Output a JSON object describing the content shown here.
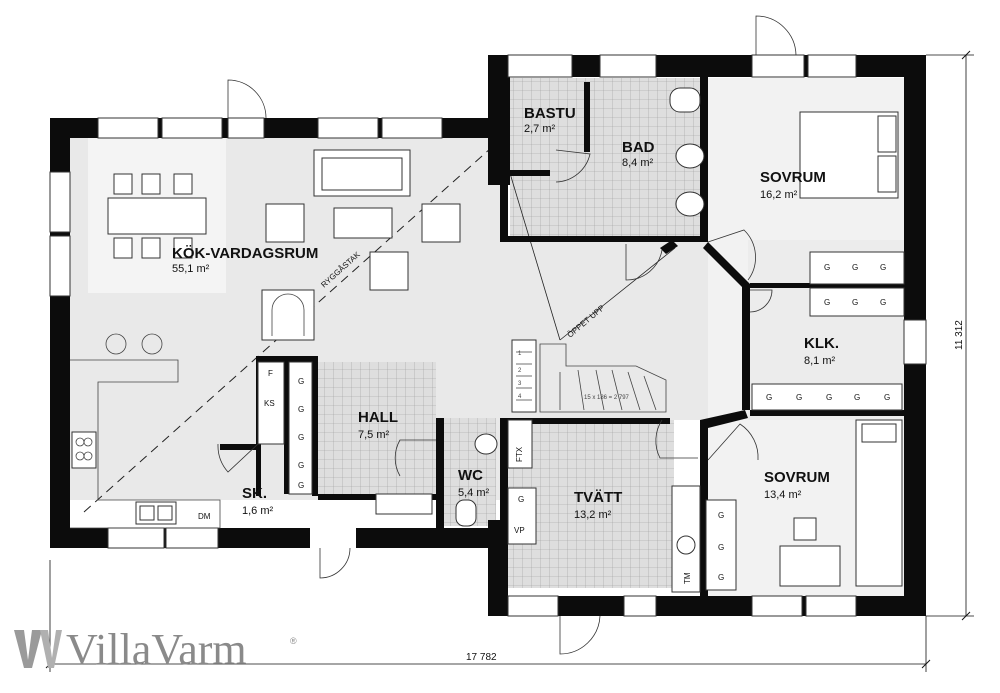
{
  "rooms": {
    "kok": {
      "name": "KÖK-VARDAGSRUM",
      "area": "55,1 m²"
    },
    "bastu": {
      "name": "BASTU",
      "area": "2,7 m²"
    },
    "bad": {
      "name": "BAD",
      "area": "8,4 m²"
    },
    "sovrum1": {
      "name": "SOVRUM",
      "area": "16,2 m²"
    },
    "klk": {
      "name": "KLK.",
      "area": "8,1 m²"
    },
    "sovrum2": {
      "name": "SOVRUM",
      "area": "13,4 m²"
    },
    "hall": {
      "name": "HALL",
      "area": "7,5 m²"
    },
    "wc": {
      "name": "WC",
      "area": "5,4 m²"
    },
    "tvatt": {
      "name": "TVÄTT",
      "area": "13,2 m²"
    },
    "sk": {
      "name": "SK.",
      "area": "1,6 m²"
    }
  },
  "annotations": {
    "ryggastak": "RYGGÅSTAK",
    "oppet_upp": "ÖPPET UPP",
    "stair_spec": "15 x 186 = 2 797",
    "f": "F",
    "ks": "KS",
    "g": "G",
    "dm": "DM",
    "ftx": "FTX",
    "vp": "VP",
    "tm": "TM",
    "stair_nums": [
      "1",
      "2",
      "3",
      "4"
    ]
  },
  "dimensions": {
    "width": "17 782",
    "height": "11 312"
  },
  "brand": {
    "name": "VillaVarm",
    "registered": "®"
  }
}
